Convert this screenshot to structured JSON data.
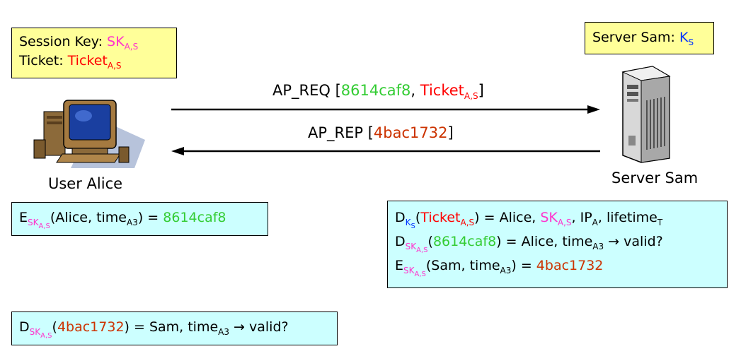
{
  "alice_box": {
    "session_key_label": "Session Key: ",
    "session_key": "SK",
    "session_key_sub": "A,S",
    "ticket_label": "Ticket: ",
    "ticket": "Ticket",
    "ticket_sub": "A,S"
  },
  "server_box": {
    "label": "Server Sam: ",
    "key": "K",
    "key_sub": "S"
  },
  "alice_label": "User Alice",
  "server_label": "Server Sam",
  "ap_req": {
    "label": "AP_REQ [",
    "auth": "8614caf8",
    "sep": ", ",
    "ticket": "Ticket",
    "ticket_sub": "A,S",
    "close": "]"
  },
  "ap_rep": {
    "label": "AP_REP [",
    "value": "4bac1732",
    "close": "]"
  },
  "alice_encrypt": {
    "E": "E",
    "key": "SK",
    "key_sub": "A,S",
    "args": "(Alice, time",
    "args_sub": "A3",
    "eq": ") = ",
    "result": "8614caf8"
  },
  "server_ops": {
    "line1": {
      "D": "D",
      "key": "K",
      "key_sub": "S",
      "open": "(",
      "ticket": "Ticket",
      "ticket_sub": "A,S",
      "mid": ") = Alice, ",
      "sk": "SK",
      "sk_sub": "A,S",
      "ip": ", IP",
      "ip_sub": "A",
      "lifetime": ", lifetime",
      "lifetime_sub": "T"
    },
    "line2": {
      "D": "D",
      "key": "SK",
      "key_sub": "A,S",
      "open": "(",
      "auth": "8614caf8",
      "mid": ") = Alice, time",
      "mid_sub": "A3",
      "end": " → valid?"
    },
    "line3": {
      "E": "E",
      "key": "SK",
      "key_sub": "A,S",
      "args": "(Sam, time",
      "args_sub": "A3",
      "eq": ") = ",
      "result": "4bac1732"
    }
  },
  "alice_decrypt": {
    "D": "D",
    "key": "SK",
    "key_sub": "A,S",
    "open": "(",
    "value": "4bac1732",
    "mid": ") = Sam, time",
    "mid_sub": "A3",
    "end": " → valid?"
  },
  "colors": {
    "key": "#ff33cc",
    "ticket": "#ff0000",
    "authenticator": "#33cc33",
    "server_key": "#0033ff",
    "reply": "#cc3300",
    "yellow_box": "#ffff99",
    "cyan_box": "#ccffff"
  },
  "icons": [
    "computer-icon",
    "server-icon",
    "arrow-right-icon",
    "arrow-left-icon"
  ]
}
